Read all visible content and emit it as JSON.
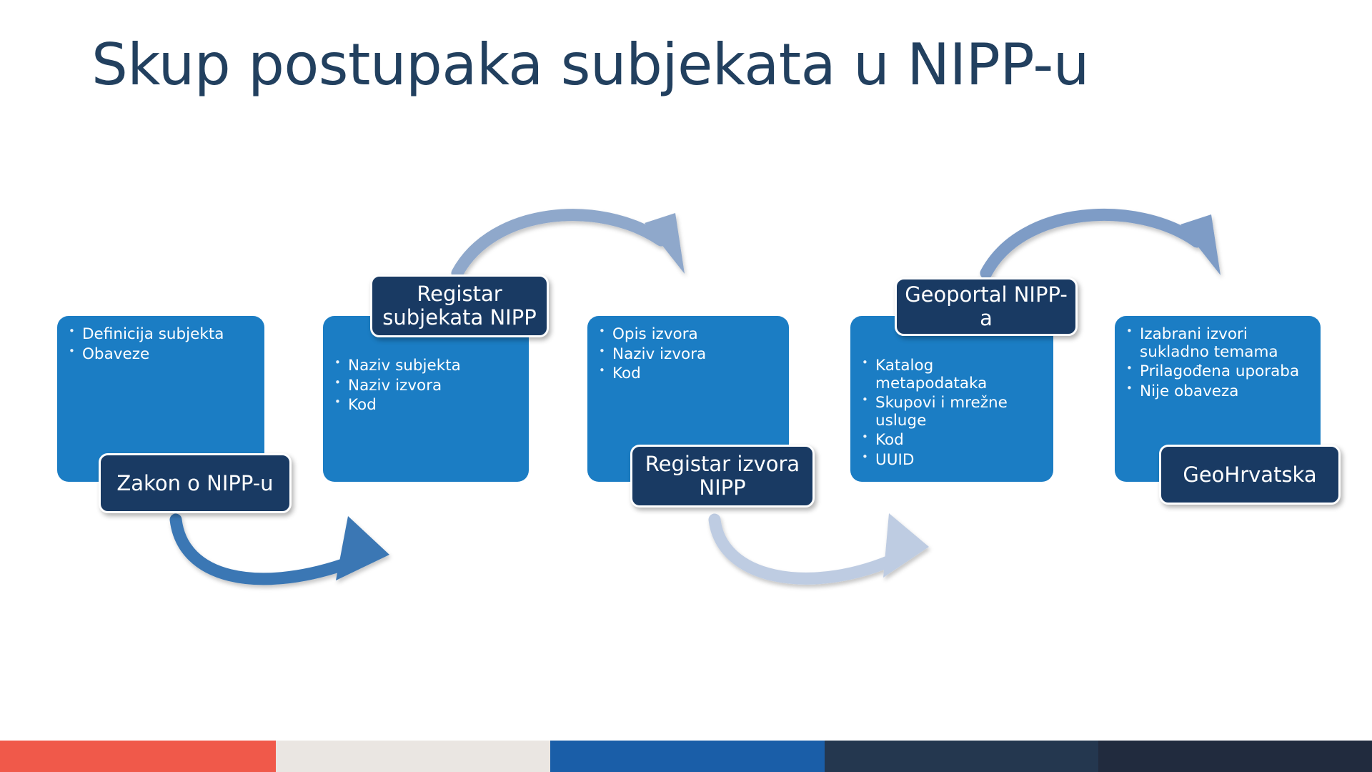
{
  "slide": {
    "title": "Skup postupaka subjekata u NIPP-u",
    "title_color": "#22405F",
    "background": "#FFFFFF",
    "box_color": "#1B7DC4",
    "label_color": "#193A63"
  },
  "steps": [
    {
      "label": "Zakon o NIPP-u",
      "label_position": "bottom",
      "bullets": [
        "Definicija subjekta",
        "Obaveze"
      ]
    },
    {
      "label": "Registar subjekata NIPP",
      "label_position": "top",
      "bullets": [
        "Naziv subjekta",
        "Naziv izvora",
        "Kod"
      ]
    },
    {
      "label": "Registar izvora NIPP",
      "label_position": "bottom",
      "bullets": [
        "Opis izvora",
        "Naziv izvora",
        "Kod"
      ]
    },
    {
      "label": "Geoportal NIPP-a",
      "label_position": "top",
      "bullets": [
        "Katalog metapodataka",
        "Skupovi i mrežne usluge",
        "Kod",
        "UUID"
      ]
    },
    {
      "label": "GeoHrvatska",
      "label_position": "bottom",
      "bullets": [
        "Izabrani izvori sukladno temama",
        "Prilagođena uporaba",
        "Nije obaveza"
      ]
    }
  ],
  "arrows": [
    {
      "name": "arrow-step1-to-step2",
      "direction": "below-right",
      "color": "#3B77B4"
    },
    {
      "name": "arrow-step2-to-step3",
      "direction": "above-right",
      "color": "#8FA8CB"
    },
    {
      "name": "arrow-step3-to-step4",
      "direction": "below-right",
      "color": "#BECCE2"
    },
    {
      "name": "arrow-step4-to-step5",
      "direction": "above-right",
      "color": "#7E9CC6"
    }
  ],
  "footer_strip": [
    {
      "name": "strip-segment-red",
      "color": "#F0594A"
    },
    {
      "name": "strip-segment-cream",
      "color": "#EAE6E2"
    },
    {
      "name": "strip-segment-blue",
      "color": "#1A5EA8"
    },
    {
      "name": "strip-segment-navy",
      "color": "#24374F"
    },
    {
      "name": "strip-segment-dark-navy",
      "color": "#212B3E"
    }
  ]
}
